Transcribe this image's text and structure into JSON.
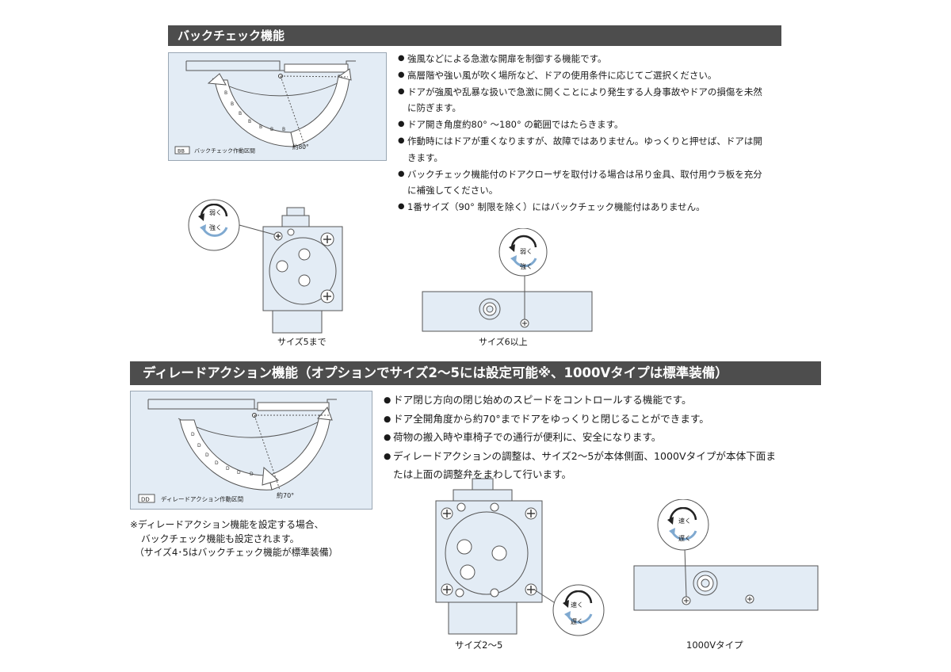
{
  "back_check": {
    "heading": "バックチェック機能",
    "diagram_legend_code": "BB",
    "diagram_legend_text": "バックチェック作動区間",
    "diagram_angle": "約80°",
    "bullets": [
      "強風などによる急激な開扉を制御する機能です。",
      "高層階や強い風が吹く場所など、ドアの使用条件に応じてご選択ください。",
      "ドアが強風や乱暴な扱いで急激に開くことにより発生する人身事故やドアの損傷を未然に防ぎます。",
      "ドア開き角度約80° ～180° の範囲ではたらきます。",
      "作動時にはドアが重くなりますが、故障ではありません。ゆっくりと押せば、ドアは開きます。",
      "バックチェック機能付のドアクローザを取付ける場合は吊り金具、取付用ウラ板を充分に補強してください。",
      "1番サイズ（90° 制限を除く）にはバックチェック機能付はありません。"
    ],
    "dial_weak": "弱く",
    "dial_strong": "強く",
    "caption_size5": "サイズ5まで",
    "caption_size6": "サイズ6以上"
  },
  "delayed_action": {
    "heading": "ディレードアクション機能（オプションでサイズ2～5には設定可能※、1000Vタイプは標準装備）",
    "diagram_legend_code": "DD",
    "diagram_legend_text": "ディレードアクション作動区間",
    "diagram_angle": "約70°",
    "bullets": [
      "ドア閉じ方向の閉じ始めのスピードをコントロールする機能です。",
      "ドア全開角度から約70°までドアをゆっくりと閉じることができます。",
      "荷物の搬入時や車椅子での通行が便利に、安全になります。",
      "ディレードアクションの調整は、サイズ2～5が本体側面、1000Vタイプが本体下面または上面の調整弁をまわして行います。"
    ],
    "note_lines": [
      "※ディレードアクション機能を設定する場合、",
      "バックチェック機能も設定されます。",
      "（サイズ4･5はバックチェック機能が標準装備）"
    ],
    "dial_fast": "速く",
    "dial_slow": "遅く",
    "caption_size2_5": "サイズ2～5",
    "caption_1000v": "1000Vタイプ"
  },
  "colors": {
    "panel_fill": "#e3ecf5",
    "heading_bar": "#4d4d4d",
    "arrow_blue": "#7fa9d0"
  }
}
